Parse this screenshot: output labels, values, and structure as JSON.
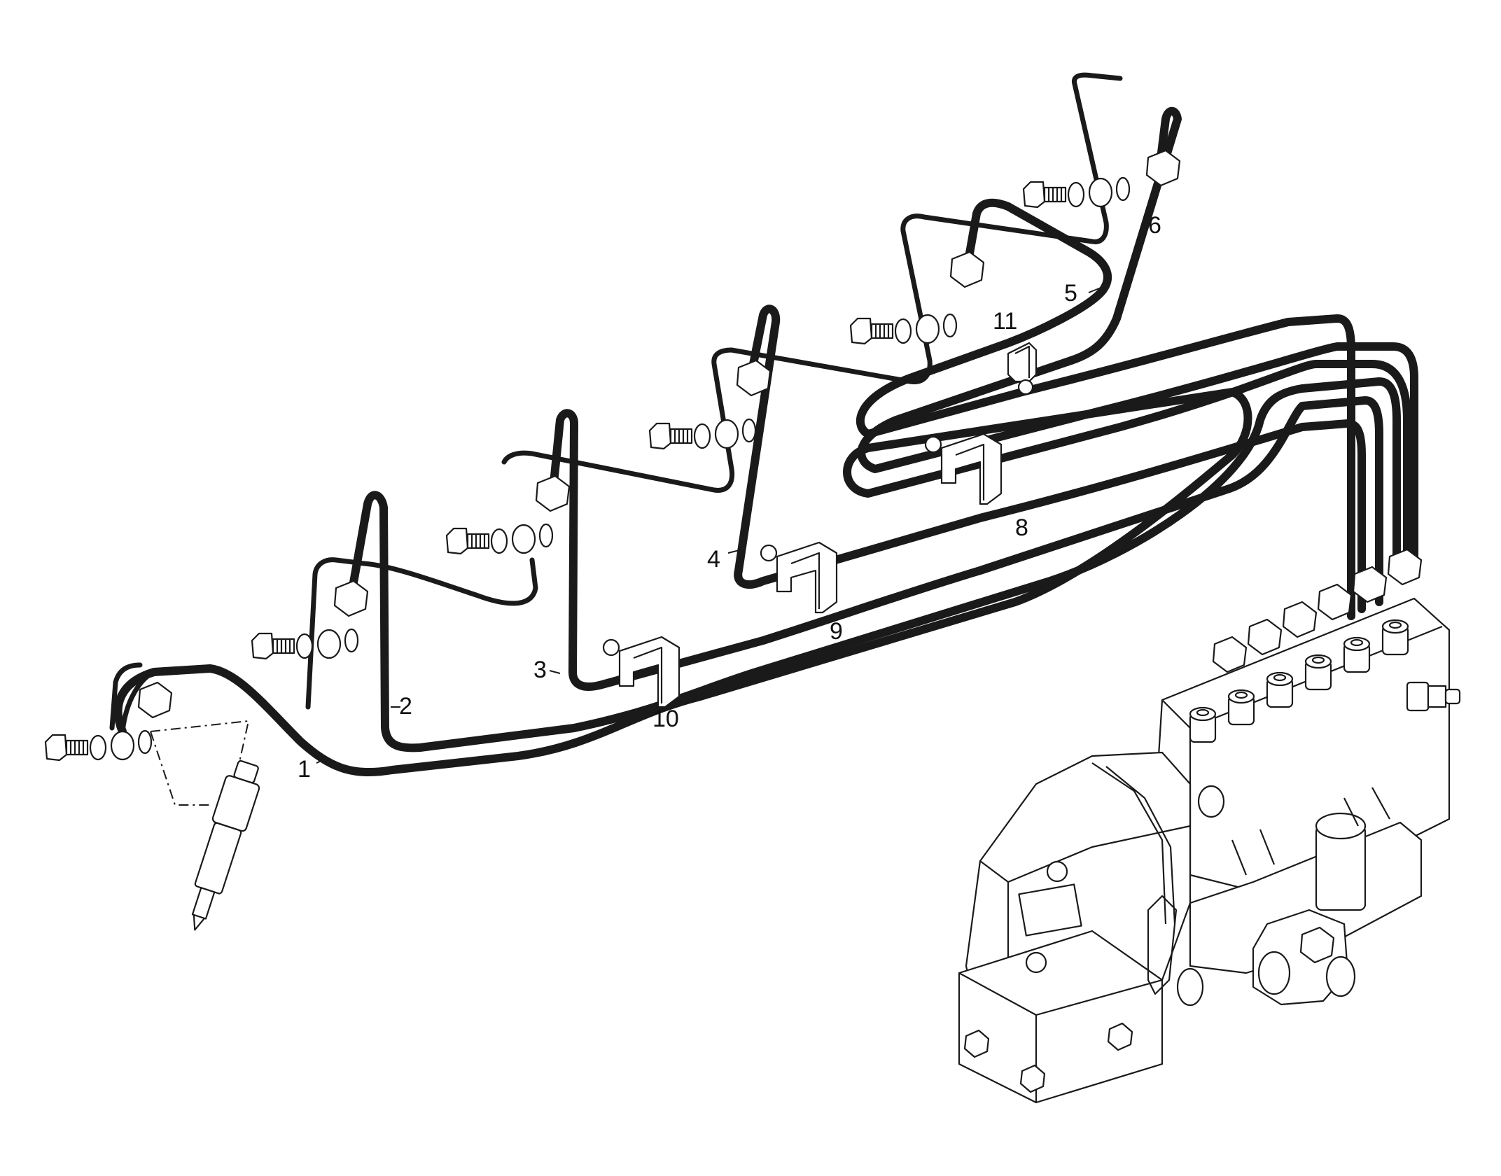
{
  "diagram": {
    "callouts": [
      {
        "id": "1",
        "text": "1"
      },
      {
        "id": "2",
        "text": "2"
      },
      {
        "id": "3",
        "text": "3"
      },
      {
        "id": "4",
        "text": "4"
      },
      {
        "id": "5",
        "text": "5"
      },
      {
        "id": "6",
        "text": "6"
      },
      {
        "id": "8",
        "text": "8"
      },
      {
        "id": "9",
        "text": "9"
      },
      {
        "id": "10",
        "text": "10"
      },
      {
        "id": "11",
        "text": "11"
      }
    ],
    "components": [
      "injection-pump",
      "injector-nozzle",
      "injection-pipes",
      "banjo-bolts",
      "sealing-washers",
      "pipe-clamps"
    ],
    "colors": {
      "line": "#1a1a1a",
      "background": "#ffffff"
    }
  }
}
